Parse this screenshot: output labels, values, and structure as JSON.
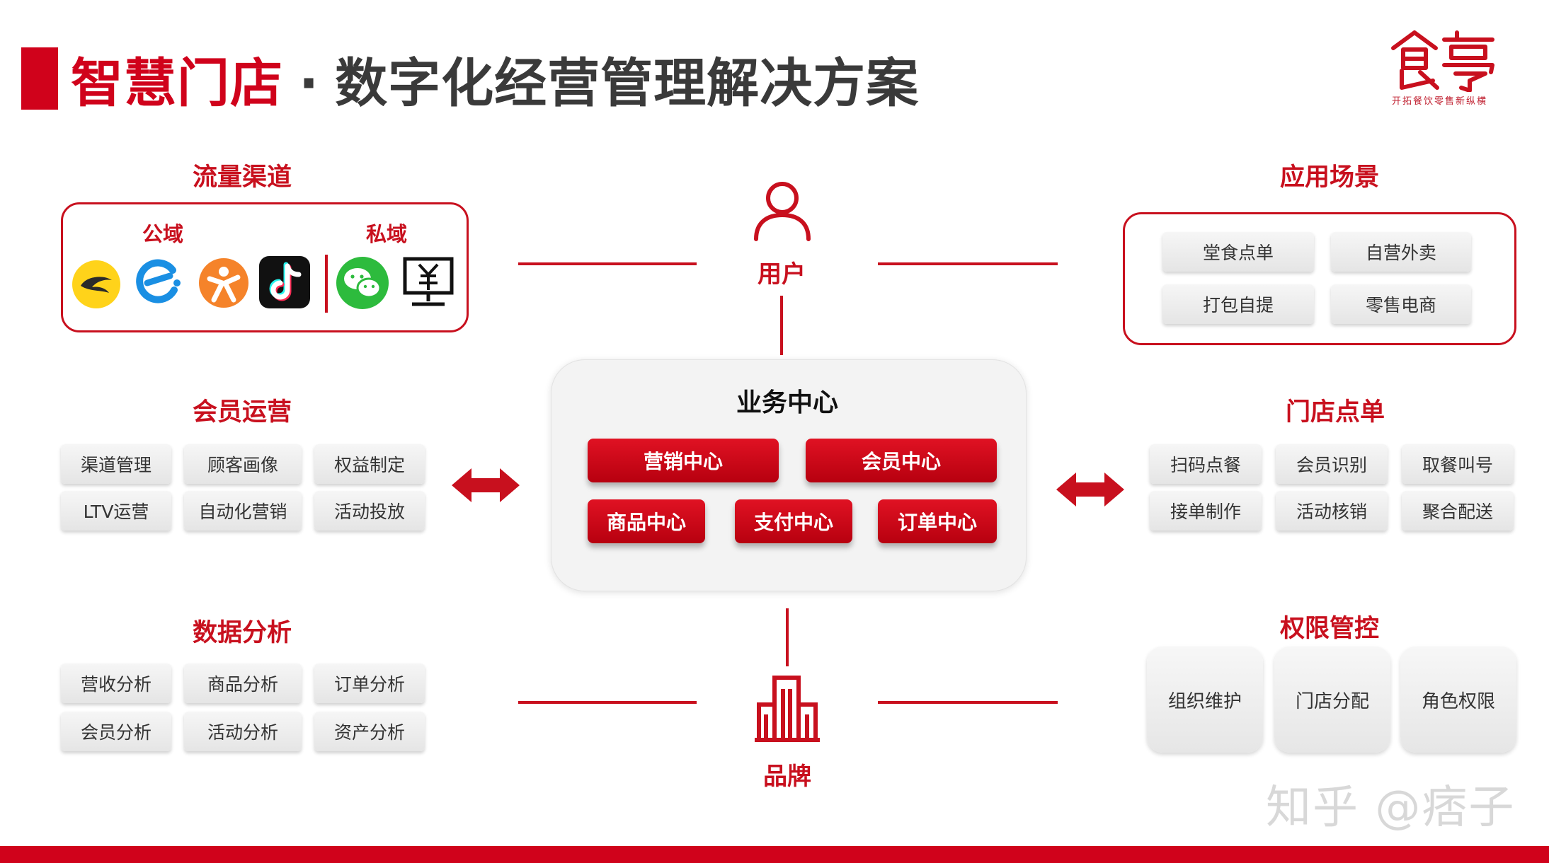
{
  "title": {
    "main": "智慧门店",
    "separator": "·",
    "sub": "数字化经营管理解决方案"
  },
  "logo": {
    "mark": "食亨",
    "tagline": "开拓餐饮零售新纵横"
  },
  "channels": {
    "title": "流量渠道",
    "public_label": "公域",
    "private_label": "私域",
    "icons": [
      "meituan-icon",
      "eleme-icon",
      "dianping-icon",
      "douyin-icon",
      "wechat-icon",
      "payment-terminal-icon"
    ]
  },
  "scenarios": {
    "title": "应用场景",
    "items": [
      "堂食点单",
      "自营外卖",
      "打包自提",
      "零售电商"
    ]
  },
  "membership": {
    "title": "会员运营",
    "items": [
      "渠道管理",
      "顾客画像",
      "权益制定",
      "LTV运营",
      "自动化营销",
      "活动投放"
    ]
  },
  "store_ordering": {
    "title": "门店点单",
    "items": [
      "扫码点餐",
      "会员识别",
      "取餐叫号",
      "接单制作",
      "活动核销",
      "聚合配送"
    ]
  },
  "data_analysis": {
    "title": "数据分析",
    "items": [
      "营收分析",
      "商品分析",
      "订单分析",
      "会员分析",
      "活动分析",
      "资产分析"
    ]
  },
  "permissions": {
    "title": "权限管控",
    "items": [
      "组织维护",
      "门店分配",
      "角色权限"
    ]
  },
  "hub": {
    "title": "业务中心",
    "row1": [
      "营销中心",
      "会员中心"
    ],
    "row2": [
      "商品中心",
      "支付中心",
      "订单中心"
    ]
  },
  "user_node": {
    "label": "用户"
  },
  "brand_node": {
    "label": "品牌"
  },
  "watermark": "知乎 @痞子",
  "colors": {
    "brand_red": "#c8101e",
    "pill_gray": "#ececec",
    "text_dark": "#333333"
  }
}
